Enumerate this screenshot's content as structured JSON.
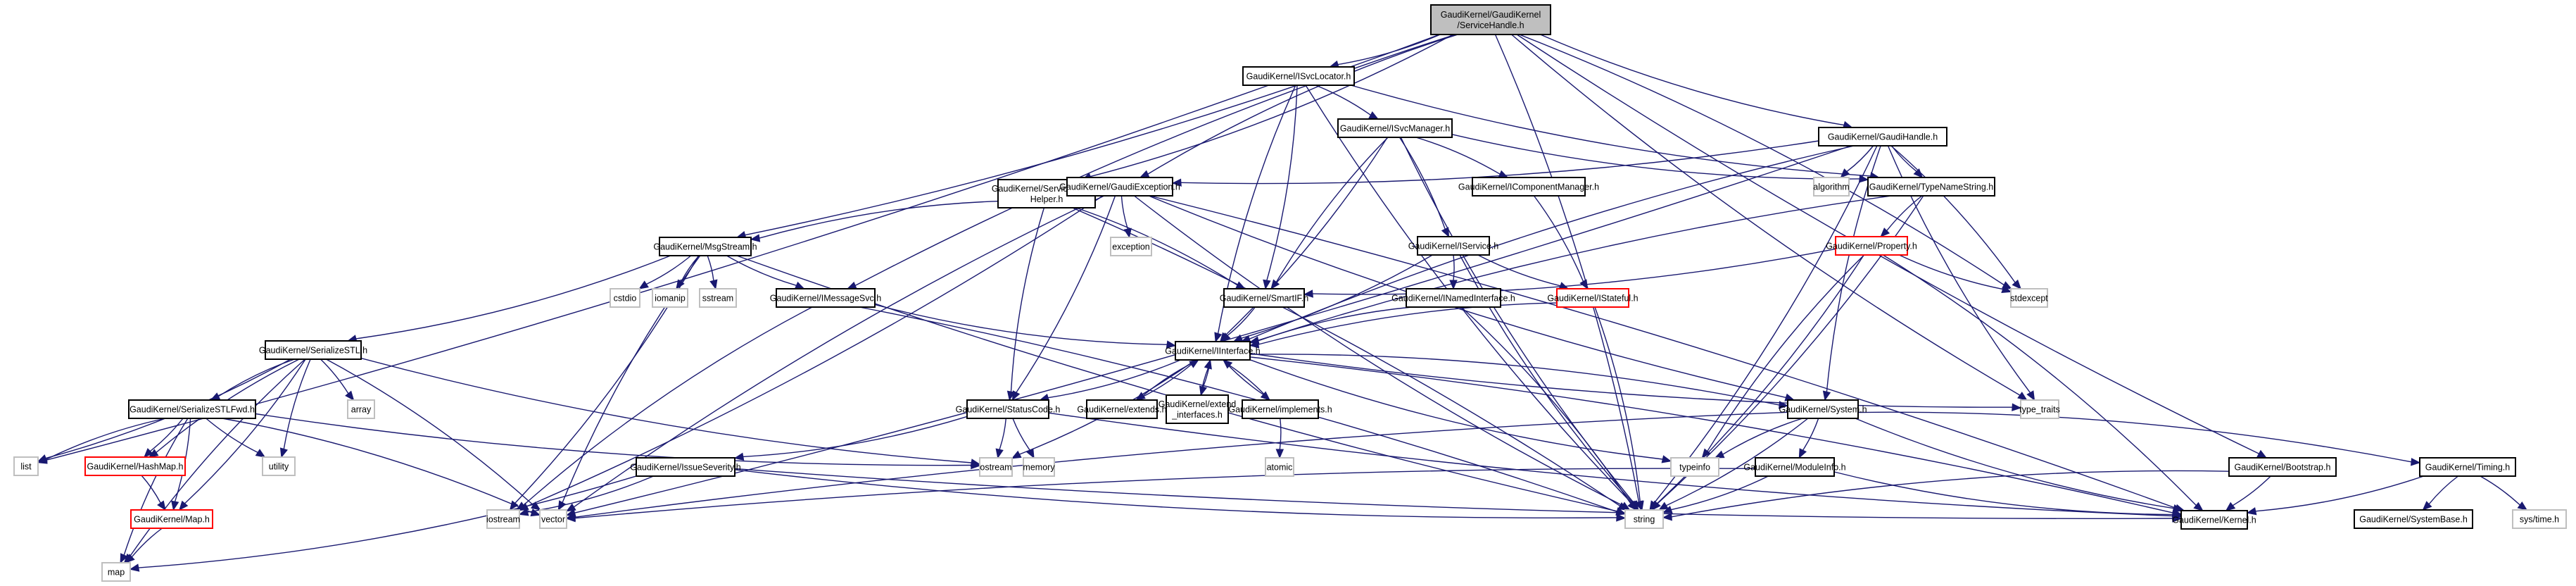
{
  "title": "GaudiKernel/GaudiKernel/ServiceHandle.h include dependency graph",
  "colors": {
    "edge": "#191970",
    "root_fill": "#bfbfbf",
    "node_border": "#000000",
    "red_border": "#ff0000",
    "sys_border": "#bfbfbf"
  },
  "nodes": [
    {
      "id": "root",
      "lines": [
        "GaudiKernel/GaudiKernel",
        "/ServiceHandle.h"
      ],
      "kind": "root"
    },
    {
      "id": "isvclocator",
      "lines": [
        "GaudiKernel/ISvcLocator.h"
      ],
      "kind": "normal"
    },
    {
      "id": "isvcmanager",
      "lines": [
        "GaudiKernel/ISvcManager.h"
      ],
      "kind": "normal"
    },
    {
      "id": "gaudihandle",
      "lines": [
        "GaudiKernel/GaudiHandle.h"
      ],
      "kind": "normal"
    },
    {
      "id": "servicelocatorhelper",
      "lines": [
        "GaudiKernel/ServiceLocator",
        "Helper.h"
      ],
      "kind": "normal"
    },
    {
      "id": "gaudiexception",
      "lines": [
        "GaudiKernel/GaudiException.h"
      ],
      "kind": "normal"
    },
    {
      "id": "icomponentmanager",
      "lines": [
        "GaudiKernel/IComponentManager.h"
      ],
      "kind": "normal"
    },
    {
      "id": "typenamestring",
      "lines": [
        "GaudiKernel/TypeNameString.h"
      ],
      "kind": "normal"
    },
    {
      "id": "algorithm",
      "lines": [
        "algorithm"
      ],
      "kind": "system"
    },
    {
      "id": "exception",
      "lines": [
        "exception"
      ],
      "kind": "system"
    },
    {
      "id": "msgstream",
      "lines": [
        "GaudiKernel/MsgStream.h"
      ],
      "kind": "normal"
    },
    {
      "id": "iservice",
      "lines": [
        "GaudiKernel/IService.h"
      ],
      "kind": "normal"
    },
    {
      "id": "property",
      "lines": [
        "GaudiKernel/Property.h"
      ],
      "kind": "red"
    },
    {
      "id": "stdexcept",
      "lines": [
        "stdexcept"
      ],
      "kind": "system"
    },
    {
      "id": "cstdio",
      "lines": [
        "cstdio"
      ],
      "kind": "system"
    },
    {
      "id": "iomanip",
      "lines": [
        "iomanip"
      ],
      "kind": "system"
    },
    {
      "id": "sstream",
      "lines": [
        "sstream"
      ],
      "kind": "system"
    },
    {
      "id": "imessagesvc",
      "lines": [
        "GaudiKernel/IMessageSvc.h"
      ],
      "kind": "normal"
    },
    {
      "id": "smartif",
      "lines": [
        "GaudiKernel/SmartIF.h"
      ],
      "kind": "normal"
    },
    {
      "id": "inamedinterface",
      "lines": [
        "GaudiKernel/INamedInterface.h"
      ],
      "kind": "normal"
    },
    {
      "id": "istateful",
      "lines": [
        "GaudiKernel/IStateful.h"
      ],
      "kind": "red"
    },
    {
      "id": "serializestl",
      "lines": [
        "GaudiKernel/SerializeSTL.h"
      ],
      "kind": "normal"
    },
    {
      "id": "iinterface",
      "lines": [
        "GaudiKernel/IInterface.h"
      ],
      "kind": "normal"
    },
    {
      "id": "array",
      "lines": [
        "array"
      ],
      "kind": "system"
    },
    {
      "id": "type_traits",
      "lines": [
        "type_traits"
      ],
      "kind": "system"
    },
    {
      "id": "serializestlfwd",
      "lines": [
        "GaudiKernel/SerializeSTLFwd.h"
      ],
      "kind": "normal"
    },
    {
      "id": "statuscode",
      "lines": [
        "GaudiKernel/StatusCode.h"
      ],
      "kind": "normal"
    },
    {
      "id": "extends",
      "lines": [
        "GaudiKernel/extends.h"
      ],
      "kind": "normal"
    },
    {
      "id": "extend_interfaces",
      "lines": [
        "GaudiKernel/extend",
        "_interfaces.h"
      ],
      "kind": "normal"
    },
    {
      "id": "implements",
      "lines": [
        "GaudiKernel/implements.h"
      ],
      "kind": "normal"
    },
    {
      "id": "system",
      "lines": [
        "GaudiKernel/System.h"
      ],
      "kind": "normal"
    },
    {
      "id": "list",
      "lines": [
        "list"
      ],
      "kind": "system"
    },
    {
      "id": "hashmap",
      "lines": [
        "GaudiKernel/HashMap.h"
      ],
      "kind": "red"
    },
    {
      "id": "utility",
      "lines": [
        "utility"
      ],
      "kind": "system"
    },
    {
      "id": "ostream",
      "lines": [
        "ostream"
      ],
      "kind": "system"
    },
    {
      "id": "memory",
      "lines": [
        "memory"
      ],
      "kind": "system"
    },
    {
      "id": "typeinfo",
      "lines": [
        "typeinfo"
      ],
      "kind": "system"
    },
    {
      "id": "atomic",
      "lines": [
        "atomic"
      ],
      "kind": "system"
    },
    {
      "id": "timing",
      "lines": [
        "GaudiKernel/Timing.h"
      ],
      "kind": "normal"
    },
    {
      "id": "issueseverity",
      "lines": [
        "GaudiKernel/IssueSeverity.h"
      ],
      "kind": "normal"
    },
    {
      "id": "moduleinfo",
      "lines": [
        "GaudiKernel/ModuleInfo.h"
      ],
      "kind": "normal"
    },
    {
      "id": "bootstrap",
      "lines": [
        "GaudiKernel/Bootstrap.h"
      ],
      "kind": "normal"
    },
    {
      "id": "map_h",
      "lines": [
        "GaudiKernel/Map.h"
      ],
      "kind": "red"
    },
    {
      "id": "iostream",
      "lines": [
        "iostream"
      ],
      "kind": "system"
    },
    {
      "id": "vector",
      "lines": [
        "vector"
      ],
      "kind": "system"
    },
    {
      "id": "string",
      "lines": [
        "string"
      ],
      "kind": "system"
    },
    {
      "id": "kernel",
      "lines": [
        "GaudiKernel/Kernel.h"
      ],
      "kind": "normal"
    },
    {
      "id": "systembase",
      "lines": [
        "GaudiKernel/SystemBase.h"
      ],
      "kind": "normal"
    },
    {
      "id": "systime",
      "lines": [
        "sys/time.h"
      ],
      "kind": "system"
    },
    {
      "id": "map",
      "lines": [
        "map"
      ],
      "kind": "system"
    }
  ],
  "edges": [
    [
      "root",
      "isvclocator"
    ],
    [
      "root",
      "gaudihandle"
    ],
    [
      "root",
      "servicelocatorhelper"
    ],
    [
      "root",
      "gaudiexception"
    ],
    [
      "root",
      "msgstream"
    ],
    [
      "root",
      "imessagesvc"
    ],
    [
      "root",
      "stdexcept"
    ],
    [
      "root",
      "type_traits"
    ],
    [
      "root",
      "string"
    ],
    [
      "root",
      "bootstrap"
    ],
    [
      "isvclocator",
      "isvcmanager"
    ],
    [
      "isvclocator",
      "typenamestring"
    ],
    [
      "isvclocator",
      "smartif"
    ],
    [
      "isvclocator",
      "iinterface"
    ],
    [
      "isvclocator",
      "list"
    ],
    [
      "isvclocator",
      "string"
    ],
    [
      "isvcmanager",
      "icomponentmanager"
    ],
    [
      "isvcmanager",
      "typenamestring"
    ],
    [
      "isvcmanager",
      "iservice"
    ],
    [
      "isvcmanager",
      "smartif"
    ],
    [
      "isvcmanager",
      "iinterface"
    ],
    [
      "isvcmanager",
      "string"
    ],
    [
      "gaudihandle",
      "gaudiexception"
    ],
    [
      "gaudihandle",
      "typenamestring"
    ],
    [
      "gaudihandle",
      "algorithm"
    ],
    [
      "gaudihandle",
      "system"
    ],
    [
      "gaudihandle",
      "stdexcept"
    ],
    [
      "gaudihandle",
      "type_traits"
    ],
    [
      "gaudihandle",
      "string"
    ],
    [
      "gaudihandle",
      "iinterface"
    ],
    [
      "gaudihandle",
      "vector"
    ],
    [
      "servicelocatorhelper",
      "msgstream"
    ],
    [
      "servicelocatorhelper",
      "smartif"
    ],
    [
      "servicelocatorhelper",
      "statuscode"
    ],
    [
      "servicelocatorhelper",
      "string"
    ],
    [
      "gaudiexception",
      "exception"
    ],
    [
      "gaudiexception",
      "statuscode"
    ],
    [
      "gaudiexception",
      "system"
    ],
    [
      "gaudiexception",
      "kernel"
    ],
    [
      "gaudiexception",
      "string"
    ],
    [
      "gaudiexception",
      "iostream"
    ],
    [
      "gaudiexception",
      "vector"
    ],
    [
      "icomponentmanager",
      "istateful"
    ],
    [
      "typenamestring",
      "property"
    ],
    [
      "typenamestring",
      "string"
    ],
    [
      "typenamestring",
      "iinterface"
    ],
    [
      "msgstream",
      "cstdio"
    ],
    [
      "msgstream",
      "iomanip"
    ],
    [
      "msgstream",
      "sstream"
    ],
    [
      "msgstream",
      "imessagesvc"
    ],
    [
      "msgstream",
      "serializestl"
    ],
    [
      "msgstream",
      "string"
    ],
    [
      "msgstream",
      "iostream"
    ],
    [
      "msgstream",
      "vector"
    ],
    [
      "iservice",
      "inamedinterface"
    ],
    [
      "iservice",
      "istateful"
    ],
    [
      "iservice",
      "iinterface"
    ],
    [
      "iservice",
      "string"
    ],
    [
      "property",
      "smartif"
    ],
    [
      "property",
      "stdexcept"
    ],
    [
      "property",
      "string"
    ],
    [
      "property",
      "typeinfo"
    ],
    [
      "property",
      "kernel"
    ],
    [
      "imessagesvc",
      "iinterface"
    ],
    [
      "imessagesvc",
      "string"
    ],
    [
      "imessagesvc",
      "iostream"
    ],
    [
      "smartif",
      "iinterface"
    ],
    [
      "inamedinterface",
      "iinterface"
    ],
    [
      "inamedinterface",
      "string"
    ],
    [
      "istateful",
      "iinterface"
    ],
    [
      "istateful",
      "string"
    ],
    [
      "serializestl",
      "serializestlfwd"
    ],
    [
      "serializestl",
      "array"
    ],
    [
      "serializestl",
      "utility"
    ],
    [
      "serializestl",
      "list"
    ],
    [
      "serializestl",
      "hashmap"
    ],
    [
      "serializestl",
      "map_h"
    ],
    [
      "serializestl",
      "ostream"
    ],
    [
      "serializestl",
      "vector"
    ],
    [
      "serializestl",
      "map"
    ],
    [
      "iinterface",
      "statuscode"
    ],
    [
      "iinterface",
      "extends"
    ],
    [
      "iinterface",
      "extend_interfaces"
    ],
    [
      "iinterface",
      "implements"
    ],
    [
      "iinterface",
      "system"
    ],
    [
      "iinterface",
      "type_traits"
    ],
    [
      "iinterface",
      "ostream"
    ],
    [
      "iinterface",
      "typeinfo"
    ],
    [
      "iinterface",
      "kernel"
    ],
    [
      "extends",
      "iinterface"
    ],
    [
      "extend_interfaces",
      "iinterface"
    ],
    [
      "implements",
      "iinterface"
    ],
    [
      "implements",
      "atomic"
    ],
    [
      "serializestlfwd",
      "list"
    ],
    [
      "serializestlfwd",
      "hashmap"
    ],
    [
      "serializestlfwd",
      "utility"
    ],
    [
      "serializestlfwd",
      "map_h"
    ],
    [
      "serializestlfwd",
      "map"
    ],
    [
      "serializestlfwd",
      "vector"
    ],
    [
      "serializestlfwd",
      "ostream"
    ],
    [
      "statuscode",
      "ostream"
    ],
    [
      "statuscode",
      "memory"
    ],
    [
      "statuscode",
      "issueseverity"
    ],
    [
      "statuscode",
      "kernel"
    ],
    [
      "system",
      "moduleinfo"
    ],
    [
      "system",
      "kernel"
    ],
    [
      "system",
      "string"
    ],
    [
      "system",
      "typeinfo"
    ],
    [
      "system",
      "timing"
    ],
    [
      "system",
      "vector"
    ],
    [
      "hashmap",
      "map_h"
    ],
    [
      "map_h",
      "map"
    ],
    [
      "timing",
      "kernel"
    ],
    [
      "timing",
      "systembase"
    ],
    [
      "timing",
      "systime"
    ],
    [
      "issueseverity",
      "kernel"
    ],
    [
      "issueseverity",
      "iostream"
    ],
    [
      "issueseverity",
      "string"
    ],
    [
      "issueseverity",
      "map"
    ],
    [
      "moduleinfo",
      "kernel"
    ],
    [
      "moduleinfo",
      "string"
    ],
    [
      "moduleinfo",
      "vector"
    ],
    [
      "bootstrap",
      "kernel"
    ],
    [
      "bootstrap",
      "string"
    ]
  ]
}
